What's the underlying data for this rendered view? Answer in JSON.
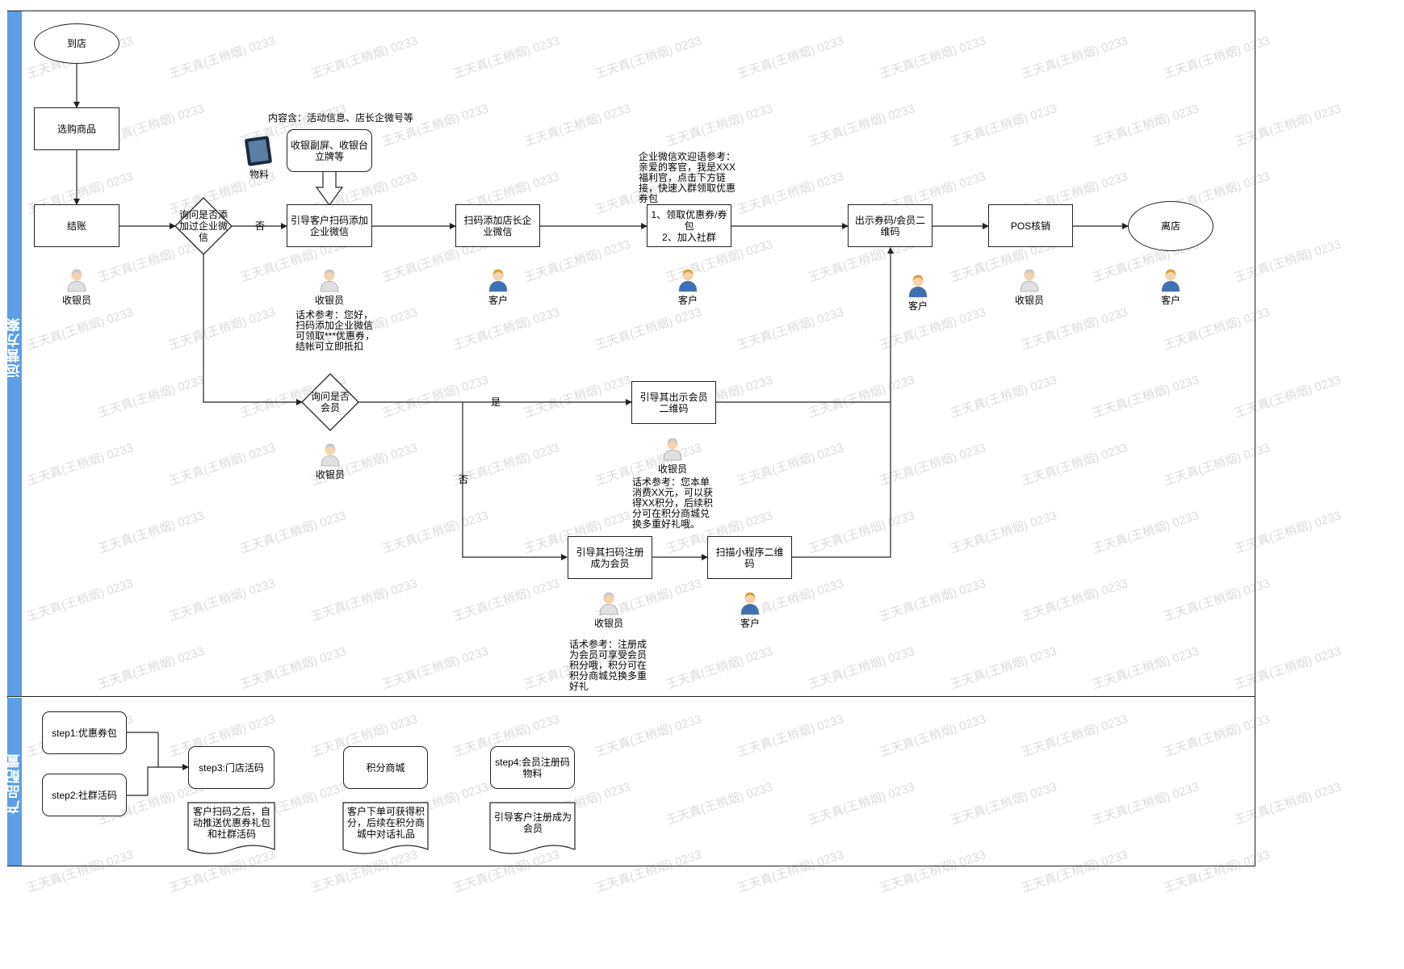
{
  "lanes": {
    "top": "运营方案",
    "bottom": "产品配置"
  },
  "nodes": {
    "arrive": "到店",
    "choose": "选购商品",
    "checkout": "结账",
    "ask_wecom": "询问是否添加过企业微信",
    "no1": "否",
    "guide_scan": "引导客户扫码添加企业微信",
    "scan_add": "扫码添加店长企业微信",
    "get_coupon": "1、领取优惠券/券包\n2、加入社群",
    "show_code": "出示券码/会员二维码",
    "pos": "POS核销",
    "leave": "离店",
    "ask_member": "询问是否会员",
    "yes": "是",
    "no2": "否",
    "guide_member_qr": "引导其出示会员二维码",
    "guide_register": "引导其扫码注册成为会员",
    "scan_mini": "扫描小程序二维码"
  },
  "material": {
    "content_note": "内容含：活动信息、店长企微号等",
    "box": "收银副屏、收银台立牌等",
    "label": "物料"
  },
  "roles": {
    "cashier": "收银员",
    "customer": "客户"
  },
  "notes": {
    "wecom_welcome": "企业微信欢迎语参考：亲爱的客官，我是XXX福利官，点击下方链接，快速入群领取优惠券包",
    "script_scan": "话术参考：您好，扫码添加企业微信可领取***优惠券，结帐可立即抵扣",
    "script_points": "话术参考：您本单消费XX元，可以获得XX积分，后续积分可在积分商城兑换多重好礼哦。",
    "script_register": "话术参考：注册成为会员可享受会员积分哦，积分可在积分商城兑换多重好礼"
  },
  "product": {
    "step1": "step1:优惠券包",
    "step2": "step2:社群活码",
    "step3": "step3:门店活码",
    "mall": "积分商城",
    "step4": "step4:会员注册码物料",
    "doc3": "客户扫码之后，自动推送优惠券礼包和社群活码",
    "doc_mall": "客户下单可获得积分，后续在积分商城中对话礼品",
    "doc4": "引导客户注册成为会员"
  },
  "watermark": "王天真(王梢烟) 0233",
  "colors": {
    "lane": "#5c9ee7",
    "line": "#222222"
  }
}
